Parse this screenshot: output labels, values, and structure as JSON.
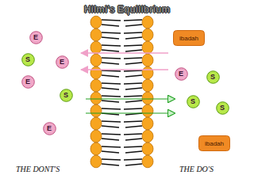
{
  "diagram": {
    "title": "Hilmi's Equilibrium",
    "nodes": [
      {
        "text": [
          "ibadah"
        ]
      },
      {
        "text": [
          "E"
        ]
      },
      {
        "text": [
          "S"
        ]
      },
      {
        "text": [
          "E"
        ]
      },
      {
        "text": [
          "E"
        ]
      },
      {
        "text": [
          "S"
        ]
      },
      {
        "text": [
          "E"
        ]
      },
      {
        "text": [
          "S"
        ]
      },
      {
        "text": [
          "S"
        ]
      },
      {
        "text": [
          "S"
        ]
      },
      {
        "text": [
          "E"
        ]
      },
      {
        "text": [
          "ibadah"
        ]
      }
    ],
    "labels": [
      "THE DONT'S",
      "THE DO'S"
    ]
  }
}
